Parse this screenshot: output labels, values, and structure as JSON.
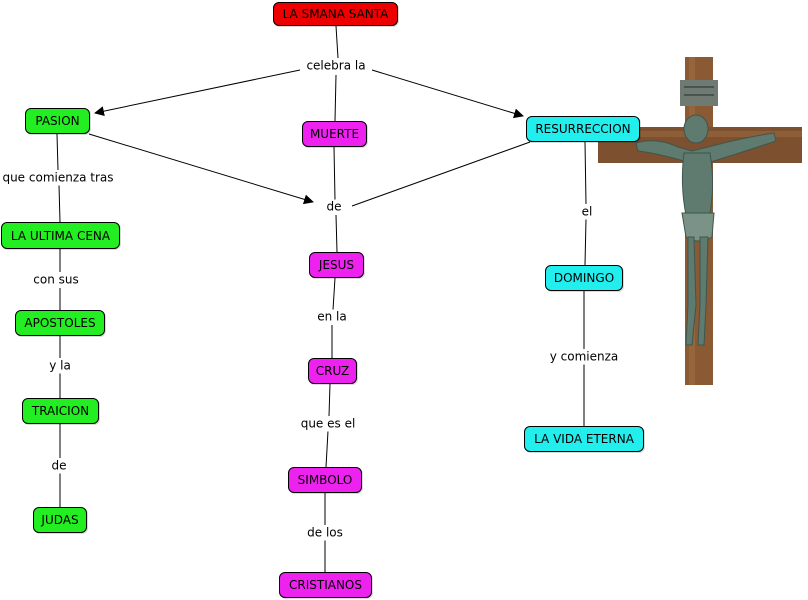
{
  "colors": {
    "red": "#ee0000",
    "green": "#22ee22",
    "magenta": "#ee22ee",
    "cyan": "#22eeee",
    "line": "#000000"
  },
  "nodes": {
    "root": "LA SMANA SANTA",
    "pasion": "PASION",
    "muerte": "MUERTE",
    "resurreccion": "RESURRECCION",
    "ultima_cena": "LA ULTIMA CENA",
    "apostoles": "APOSTOLES",
    "traicion": "TRAICION",
    "judas": "JUDAS",
    "jesus": "JESUS",
    "cruz": "CRUZ",
    "simbolo": "SIMBOLO",
    "cristianos": "CRISTIANOS",
    "domingo": "DOMINGO",
    "vida_eterna": "LA VIDA ETERNA"
  },
  "links": {
    "celebra_la": "celebra la",
    "que_comienza_tras": "que comienza tras",
    "con_sus": "con sus",
    "y_la": "y la",
    "de_judas": "de",
    "de_center": "de",
    "en_la": "en la",
    "que_es_el": "que es el",
    "de_los": "de los",
    "el": "el",
    "y_comienza": "y comienza"
  },
  "image": {
    "icon": "crucifix-image"
  }
}
